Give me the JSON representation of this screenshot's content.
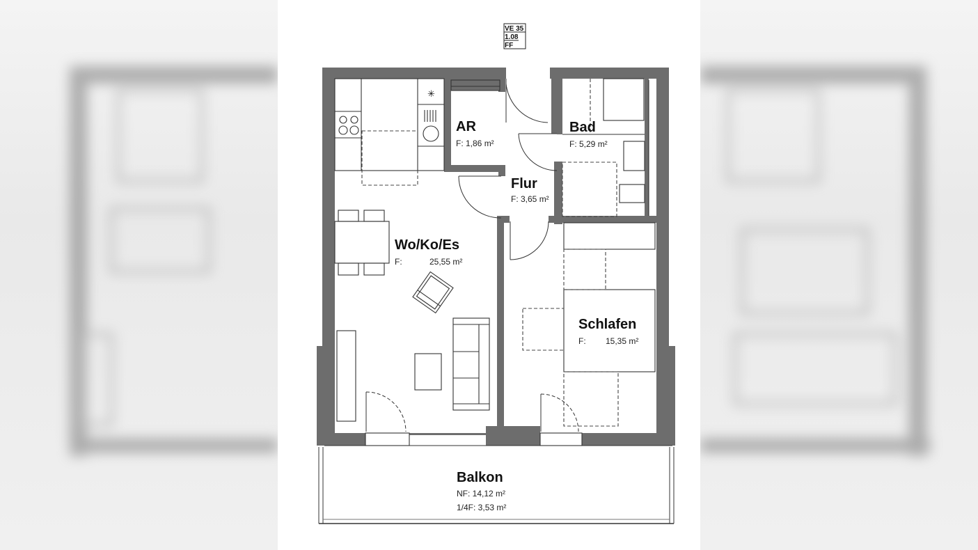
{
  "unit_tag": {
    "line1": "VE 35",
    "line2": "1.08",
    "line3": "FF"
  },
  "rooms": {
    "ar": {
      "name": "AR",
      "area": "F: 1,86 m²"
    },
    "bad": {
      "name": "Bad",
      "area": "F: 5,29 m²"
    },
    "flur": {
      "name": "Flur",
      "area": "F: 3,65 m²"
    },
    "wohnen": {
      "name": "Wo/Ko/Es",
      "area_prefix": "F:",
      "area": "25,55 m²"
    },
    "schlafen": {
      "name": "Schlafen",
      "area_prefix": "F:",
      "area": "15,35 m²"
    },
    "balkon": {
      "name": "Balkon",
      "nf": "NF: 14,12 m²",
      "quarter": "1/4F: 3,53 m²"
    }
  },
  "colors": {
    "wall": "#6d6d6d",
    "line": "#333333",
    "background": "#ffffff",
    "outer": "#e9e9e9"
  }
}
